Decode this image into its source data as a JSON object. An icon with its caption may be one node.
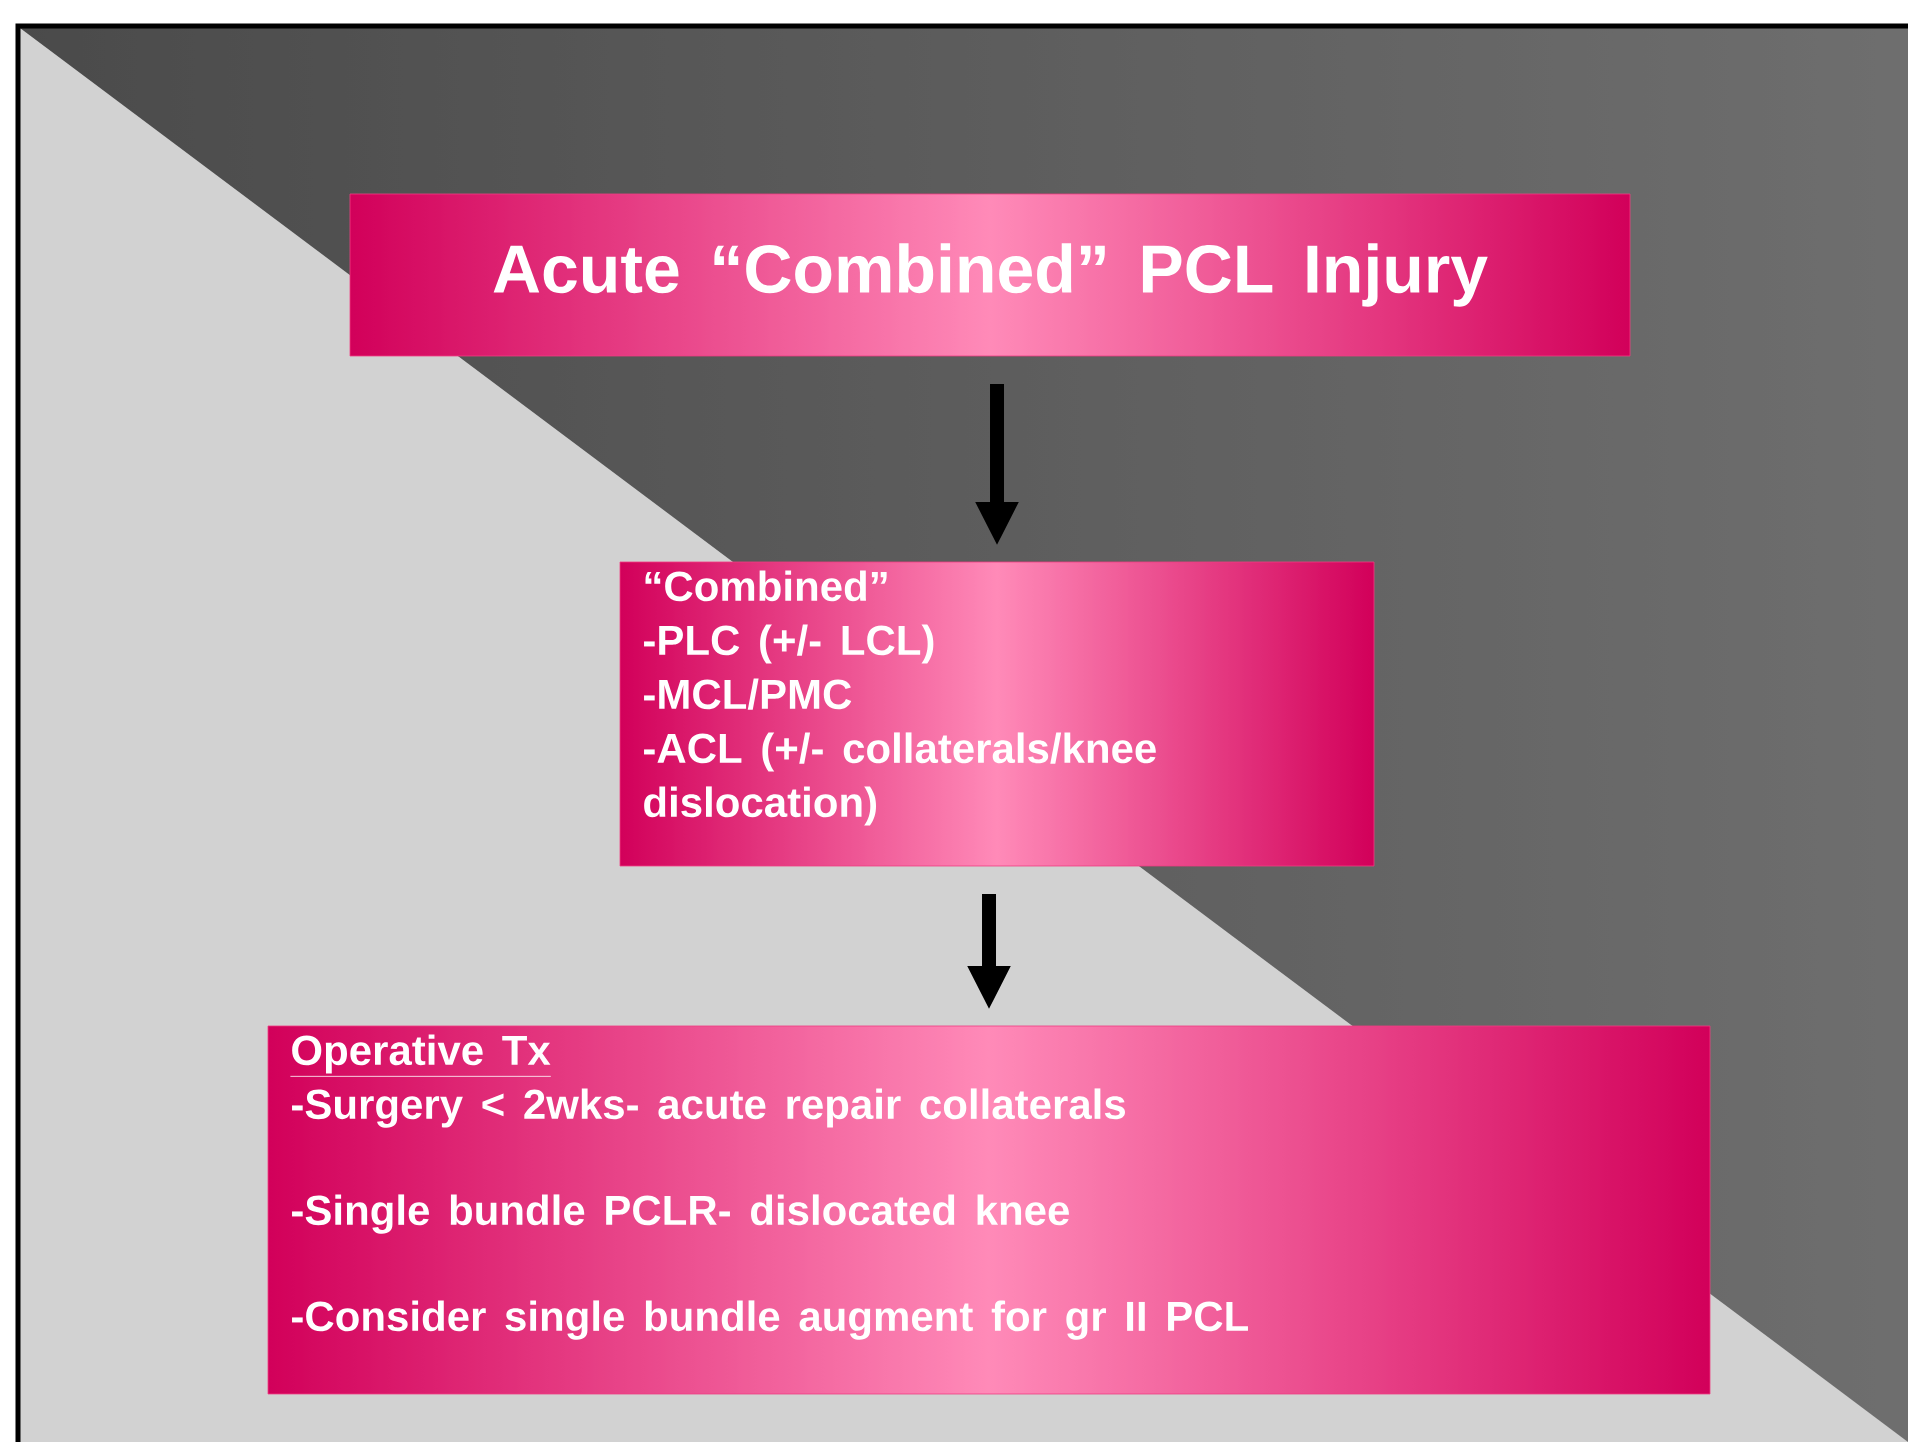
{
  "diagram": {
    "nodes": [
      {
        "text": [
          "Acute “Combined” PCL Injury"
        ]
      },
      {
        "text": [
          "“Combined”",
          "-PLC (+/- LCL)",
          "-MCL/PMC",
          "-ACL (+/- collaterals/knee dislocation)"
        ]
      },
      {
        "text": [
          "Operative Tx",
          "-Surgery < 2wks- acute repair collaterals",
          "-Single bundle PCLR- dislocated knee",
          "-Consider single bundle augment for gr II  PCL"
        ]
      }
    ],
    "edges": [
      {
        "from": 0,
        "to": 1,
        "arrow": "to"
      },
      {
        "from": 1,
        "to": 2,
        "arrow": "to"
      }
    ]
  }
}
